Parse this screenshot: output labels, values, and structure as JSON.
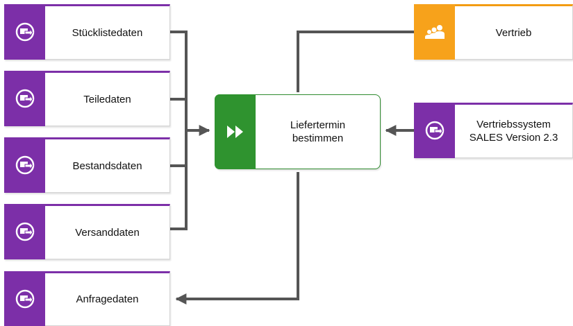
{
  "colors": {
    "data_object": "#7c2fa8",
    "organization": "#f7a21b",
    "function": "#2f932f",
    "connector": "#555555"
  },
  "nodes": {
    "stuecklistedaten": {
      "label": "Stücklistedaten",
      "icon": "data-object-icon"
    },
    "teiledaten": {
      "label": "Teiledaten",
      "icon": "data-object-icon"
    },
    "bestandsdaten": {
      "label": "Bestandsdaten",
      "icon": "data-object-icon"
    },
    "versanddaten": {
      "label": "Versanddaten",
      "icon": "data-object-icon"
    },
    "anfragedaten": {
      "label": "Anfragedaten",
      "icon": "data-object-icon"
    },
    "liefertermin": {
      "label": "Liefertermin\nbestimmen",
      "icon": "fast-forward-icon"
    },
    "vertrieb": {
      "label": "Vertrieb",
      "icon": "org-unit-icon"
    },
    "vertriebssystem": {
      "label": "Vertriebssystem\nSALES Version 2.3",
      "icon": "data-object-icon"
    }
  }
}
